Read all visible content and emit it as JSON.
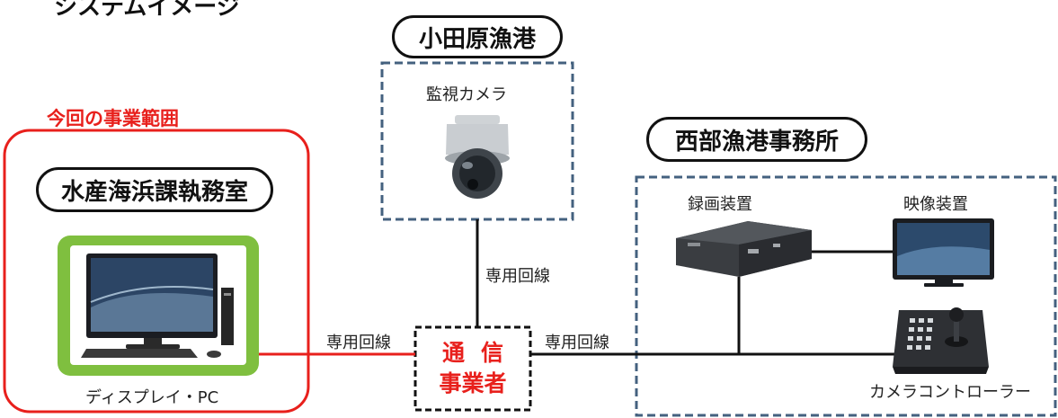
{
  "header": {
    "fragment": "システムイメージ"
  },
  "scope": {
    "title": "今回の事業範囲",
    "color": "#e8201c"
  },
  "locations": {
    "office": "水産海浜課執務室",
    "port": "小田原漁港",
    "west_office": "西部漁港事務所"
  },
  "devices": {
    "camera": "監視カメラ",
    "pc": "ディスプレイ・PC",
    "recorder": "録画装置",
    "monitor": "映像装置",
    "controller": "カメラコントローラー"
  },
  "carrier": {
    "line1": "通信",
    "line2": "事業者"
  },
  "links": {
    "camera_to_carrier": "専用回線",
    "pc_to_carrier": "専用回線",
    "carrier_to_west": "専用回線"
  },
  "colors": {
    "scope_border": "#e8201c",
    "dashed_blue": "#44617f",
    "pc_frame": "#7fbf3f",
    "line_black": "#111111"
  }
}
